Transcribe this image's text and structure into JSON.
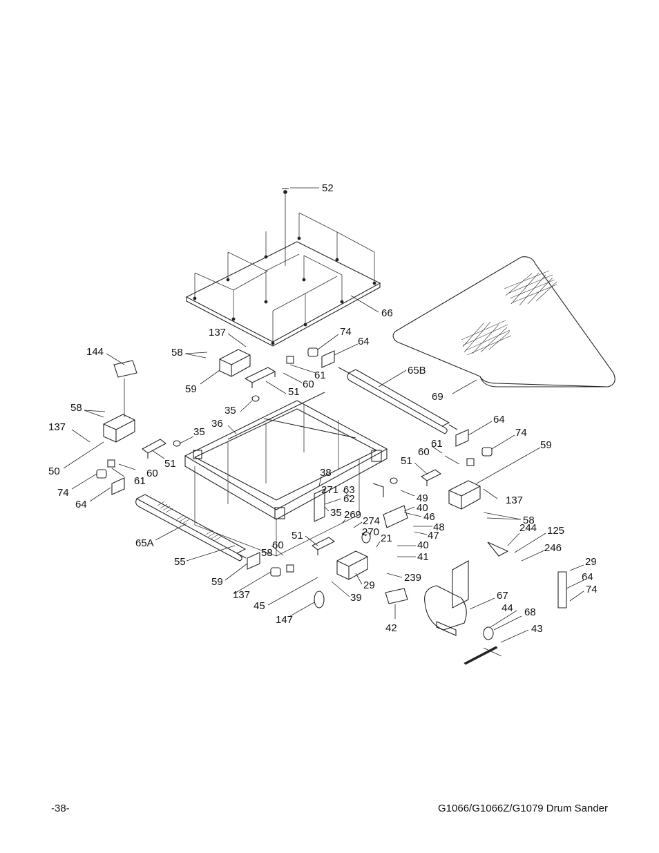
{
  "footer": {
    "page_number": "-38-",
    "title": "G1066/G1066Z/G1079 Drum Sander"
  },
  "callouts": [
    {
      "id": "c52a",
      "text": "52"
    },
    {
      "id": "c66",
      "text": "66"
    },
    {
      "id": "c137a",
      "text": "137"
    },
    {
      "id": "c74a",
      "text": "74"
    },
    {
      "id": "c64a",
      "text": "64"
    },
    {
      "id": "c144",
      "text": "144"
    },
    {
      "id": "c58a",
      "text": "58"
    },
    {
      "id": "c59a",
      "text": "59"
    },
    {
      "id": "c61a",
      "text": "61"
    },
    {
      "id": "c60a",
      "text": "60"
    },
    {
      "id": "c65b",
      "text": "65B"
    },
    {
      "id": "c51a",
      "text": "51"
    },
    {
      "id": "c69",
      "text": "69"
    },
    {
      "id": "c58b",
      "text": "58"
    },
    {
      "id": "c35a",
      "text": "35"
    },
    {
      "id": "c36",
      "text": "36"
    },
    {
      "id": "c137b",
      "text": "137"
    },
    {
      "id": "c35b",
      "text": "35"
    },
    {
      "id": "c64b",
      "text": "64"
    },
    {
      "id": "c74b",
      "text": "74"
    },
    {
      "id": "c61b",
      "text": "61"
    },
    {
      "id": "c59b",
      "text": "59"
    },
    {
      "id": "c60b",
      "text": "60"
    },
    {
      "id": "c51b",
      "text": "51"
    },
    {
      "id": "c50",
      "text": "50"
    },
    {
      "id": "c51c",
      "text": "51"
    },
    {
      "id": "c60c",
      "text": "60"
    },
    {
      "id": "c61c",
      "text": "61"
    },
    {
      "id": "c38",
      "text": "38"
    },
    {
      "id": "c74c",
      "text": "74"
    },
    {
      "id": "c271",
      "text": "271"
    },
    {
      "id": "c63",
      "text": "63"
    },
    {
      "id": "c49",
      "text": "49"
    },
    {
      "id": "c137c",
      "text": "137"
    },
    {
      "id": "c64c",
      "text": "64"
    },
    {
      "id": "c62",
      "text": "62"
    },
    {
      "id": "c40a",
      "text": "40"
    },
    {
      "id": "c35c",
      "text": "35"
    },
    {
      "id": "c46",
      "text": "46"
    },
    {
      "id": "c58c",
      "text": "58"
    },
    {
      "id": "c269",
      "text": "269"
    },
    {
      "id": "c274",
      "text": "274"
    },
    {
      "id": "c48",
      "text": "48"
    },
    {
      "id": "c270",
      "text": "270"
    },
    {
      "id": "c47",
      "text": "47"
    },
    {
      "id": "c244",
      "text": "244"
    },
    {
      "id": "c125",
      "text": "125"
    },
    {
      "id": "c65a",
      "text": "65A"
    },
    {
      "id": "c51d",
      "text": "51"
    },
    {
      "id": "c21",
      "text": "21"
    },
    {
      "id": "c40b",
      "text": "40"
    },
    {
      "id": "c246",
      "text": "246"
    },
    {
      "id": "c60d",
      "text": "60"
    },
    {
      "id": "c41",
      "text": "41"
    },
    {
      "id": "c55",
      "text": "55"
    },
    {
      "id": "c29a",
      "text": "29"
    },
    {
      "id": "c58d",
      "text": "58"
    },
    {
      "id": "c239",
      "text": "239"
    },
    {
      "id": "c64d",
      "text": "64"
    },
    {
      "id": "c59c",
      "text": "59"
    },
    {
      "id": "c29b",
      "text": "29"
    },
    {
      "id": "c74d",
      "text": "74"
    },
    {
      "id": "c137d",
      "text": "137"
    },
    {
      "id": "c39",
      "text": "39"
    },
    {
      "id": "c67",
      "text": "67"
    },
    {
      "id": "c45",
      "text": "45"
    },
    {
      "id": "c44",
      "text": "44"
    },
    {
      "id": "c68",
      "text": "68"
    },
    {
      "id": "c147",
      "text": "147"
    },
    {
      "id": "c42",
      "text": "42"
    },
    {
      "id": "c43",
      "text": "43"
    }
  ]
}
